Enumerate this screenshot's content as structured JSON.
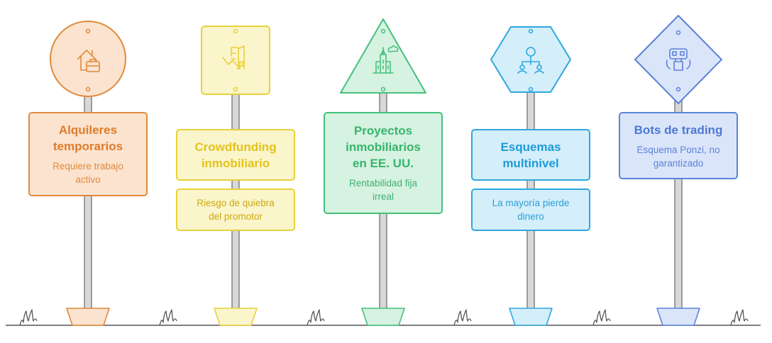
{
  "posts": [
    {
      "title": "Alquileres\ntemporarios",
      "description": "Requiere trabajo\nactivo",
      "icon": "house-briefcase-icon",
      "shape": "circle",
      "colors": {
        "fill": "#fbe3cf",
        "stroke": "#e08a3c",
        "text": "#e07b2a",
        "desc": "#e08a3c"
      }
    },
    {
      "title": "Crowdfunding\ninmobiliario",
      "description": "Riesgo de quiebra\ndel promotor",
      "icon": "buildings-decline-icon",
      "shape": "square",
      "colors": {
        "fill": "#fbf5cc",
        "stroke": "#e8d13a",
        "text": "#e3c31c",
        "desc": "#caa90e"
      }
    },
    {
      "title": "Proyectos\ninmobiliarios\nen EE. UU.",
      "description": "Rentabilidad fija\nirreal",
      "icon": "skyscraper-icon",
      "shape": "triangle",
      "colors": {
        "fill": "#d6f2e1",
        "stroke": "#45c07c",
        "text": "#36b56c",
        "desc": "#3db174"
      }
    },
    {
      "title": "Esquemas\nmultinivel",
      "description": "La mayoría pierde\ndinero",
      "icon": "network-people-icon",
      "shape": "hexagon",
      "colors": {
        "fill": "#d4eefa",
        "stroke": "#2fa8de",
        "text": "#1e9bd7",
        "desc": "#2a9fd8"
      }
    },
    {
      "title": "Bots de trading",
      "description": "Esquema Ponzi, no\ngarantizado",
      "icon": "robot-icon",
      "shape": "diamond",
      "colors": {
        "fill": "#dbe5fa",
        "stroke": "#5b83d6",
        "text": "#4d78d2",
        "desc": "#5b83d6"
      }
    }
  ]
}
